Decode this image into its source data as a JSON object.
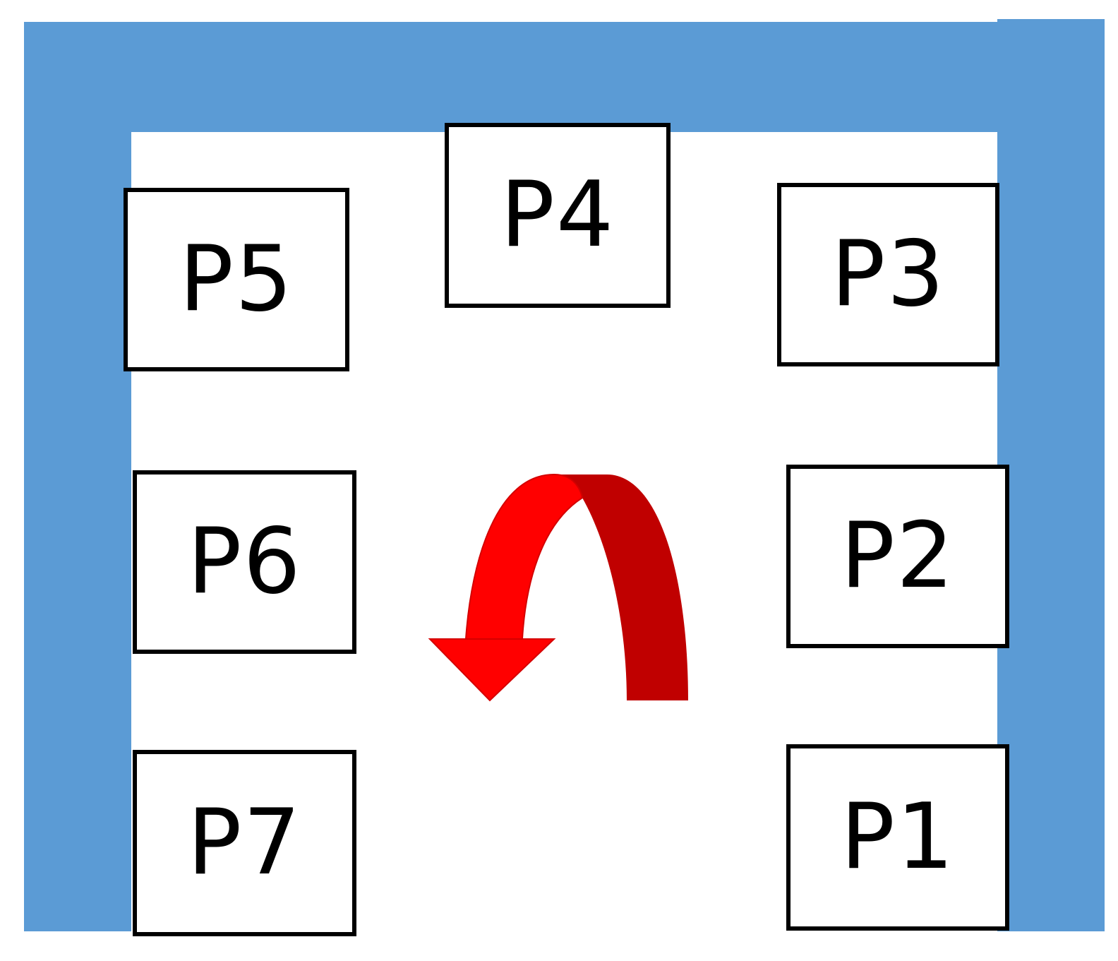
{
  "colors": {
    "wall": "#5b9bd5",
    "box_border": "#000000",
    "arrow_light": "#ff0000",
    "arrow_dark": "#c00000"
  },
  "positions": {
    "p1": "P1",
    "p2": "P2",
    "p3": "P3",
    "p4": "P4",
    "p5": "P5",
    "p6": "P6",
    "p7": "P7"
  },
  "arrow": {
    "icon": "curved-arrow-counterclockwise-icon"
  }
}
